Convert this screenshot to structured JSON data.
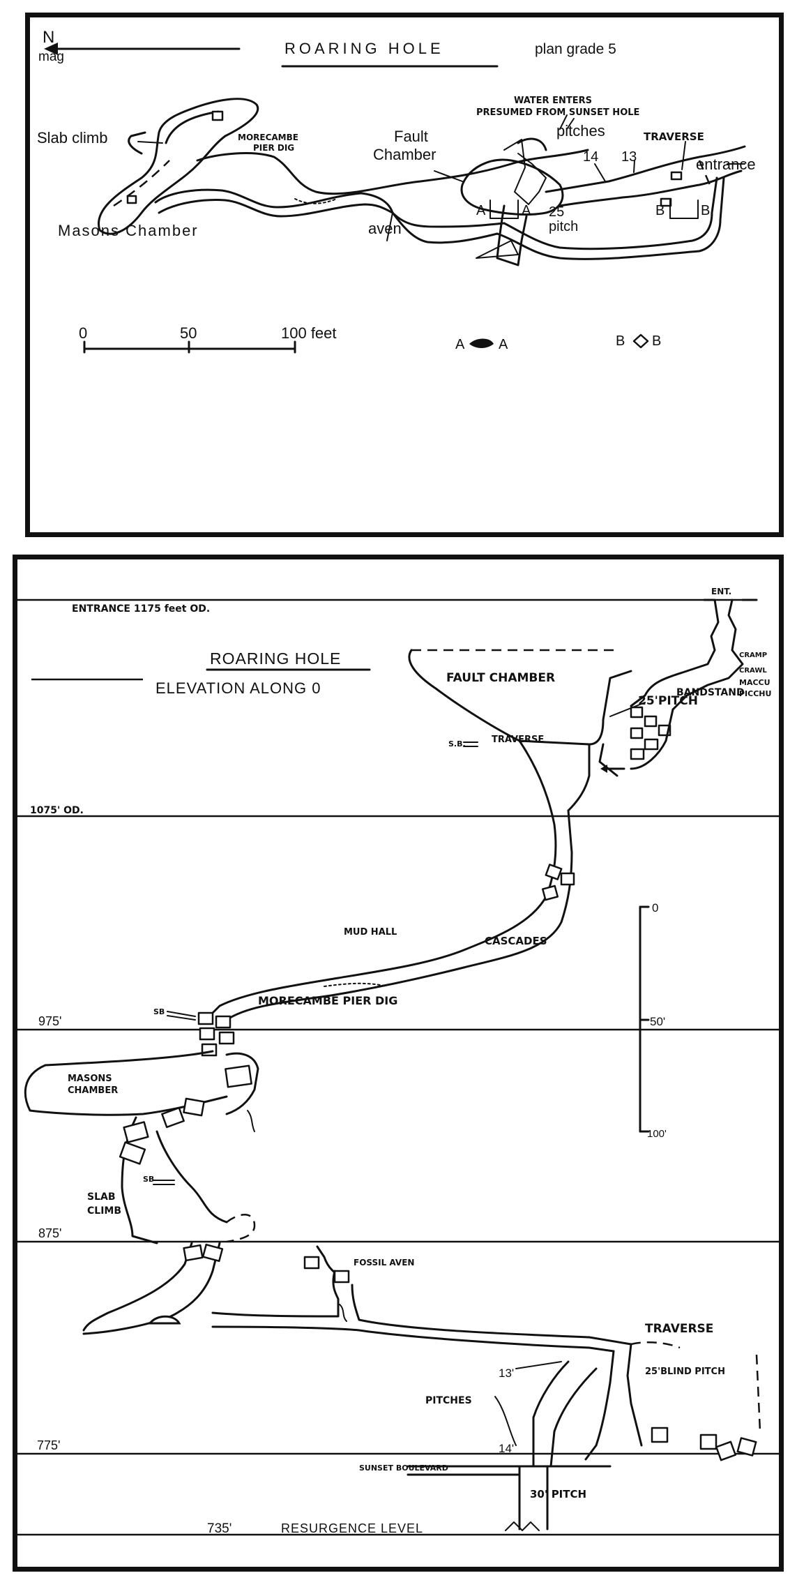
{
  "plan": {
    "title": "ROARING HOLE",
    "grade": "plan grade 5",
    "north": "N",
    "north_sub": "mag",
    "labels": {
      "slab_climb": "Slab climb",
      "morecambe1": "MORECAMBE",
      "morecambe2": "PIER DIG",
      "fault1": "Fault",
      "fault2": "Chamber",
      "water1": "WATER ENTERS",
      "water2": "PRESUMED FROM SUNSET HOLE",
      "pitches": "pitches",
      "p14": "14",
      "p13": "13",
      "traverse": "TRAVERSE",
      "entrance": "entrance",
      "masons": "Masons Chamber",
      "aven": "aven",
      "pitch25a": "25",
      "pitch25b": "pitch",
      "a_left": "A",
      "a_right": "A",
      "b_left": "B",
      "b_right": "B"
    },
    "scale": {
      "s0": "0",
      "s50": "50",
      "s100": "100 feet"
    },
    "sections": {
      "a1": "A",
      "a2": "A",
      "b1": "B",
      "b2": "B"
    }
  },
  "elevation": {
    "title": "ROARING HOLE",
    "subtitle": "ELEVATION ALONG 0",
    "levels": {
      "entrance": "ENTRANCE 1175 feet OD.",
      "l1075": "1075' OD.",
      "l975": "975'",
      "l875": "875'",
      "l775": "775'",
      "l735": "735'",
      "resurgence": "RESURGENCE LEVEL"
    },
    "labels": {
      "ent": "ENT.",
      "cramp": "CRAMP",
      "crawl": "CRAWL",
      "maccu": "MACCU",
      "picchu": "PICCHU",
      "fault": "FAULT CHAMBER",
      "bandstand": "BANDSTAND",
      "pitch25": "25'PITCH",
      "traverse": "TRAVERSE",
      "sb1": "S.B.",
      "mud_hall": "MUD HALL",
      "cascades": "CASCADES",
      "sb2": "SB",
      "morecambe": "MORECAMBE PIER DIG",
      "masons1": "MASONS",
      "masons2": "CHAMBER",
      "sb3": "SB",
      "slab1": "SLAB",
      "slab2": "CLIMB",
      "fossil": "FOSSIL AVEN",
      "traverse2": "TRAVERSE",
      "blind": "25'BLIND PITCH",
      "p13": "13'",
      "pitches": "PITCHES",
      "p14": "14'",
      "sunset": "SUNSET BOULEVARD",
      "pitch30": "30' PITCH"
    },
    "scale": {
      "s0": "0",
      "s50": "50'",
      "s100": "100'"
    }
  }
}
